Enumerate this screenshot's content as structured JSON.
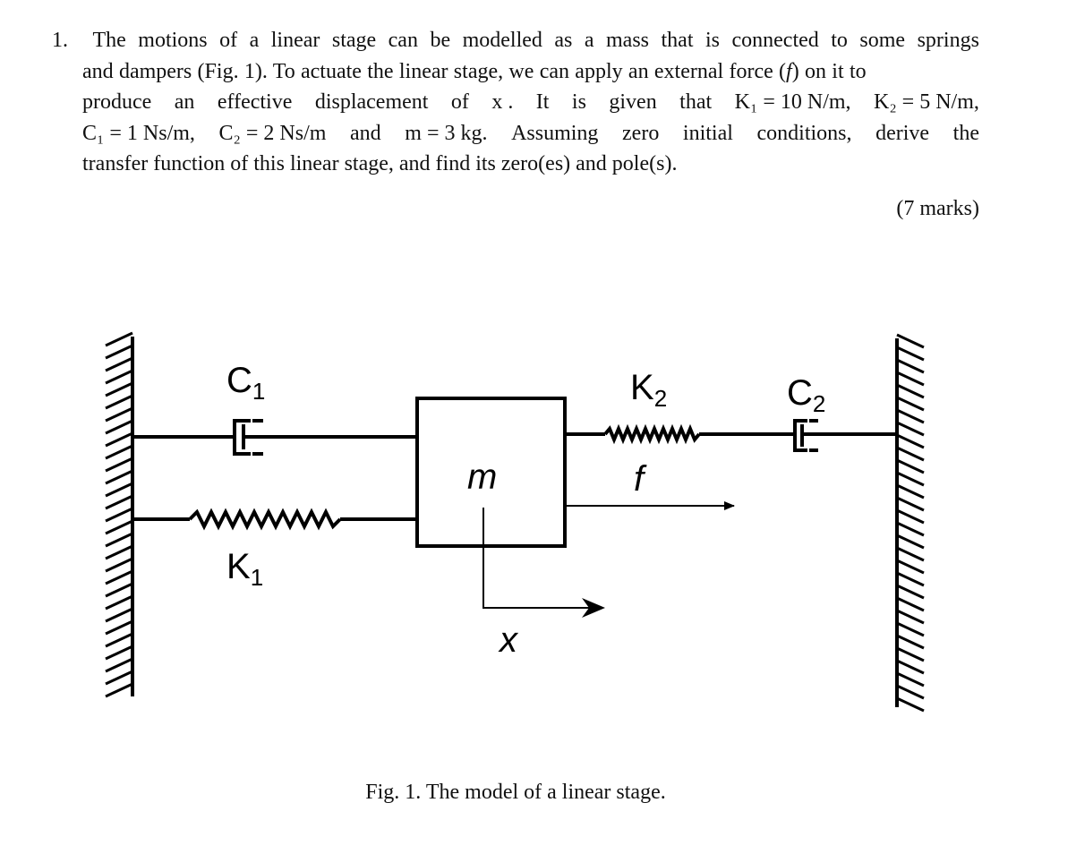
{
  "question": {
    "number": "1.",
    "lines": [
      [
        "The",
        "motions",
        "of",
        "a",
        "linear",
        "stage",
        "can",
        "be",
        "modelled",
        "as",
        "a",
        "mass",
        "that",
        "is",
        "connected",
        "to",
        "some",
        "springs"
      ],
      [
        "and dampers (Fig. 1). To actuate the linear stage, we can apply an external force (",
        "f",
        ") on it to"
      ],
      [
        "produce",
        "an",
        "effective",
        "displacement",
        "of",
        "x .",
        "It",
        "is",
        "given",
        "that",
        "K₁ = 10 N/m,",
        "K₂ = 5 N/m,"
      ],
      [
        "C₁ = 1 Ns/m,",
        "C₂ = 2 Ns/m",
        "and",
        "m = 3 kg.",
        "Assuming",
        "zero",
        "initial",
        "conditions,",
        "derive",
        "the"
      ],
      [
        "transfer function of this linear stage, and find its zero(es) and pole(s)."
      ]
    ],
    "marks": "(7 marks)"
  },
  "figure": {
    "mass_label": "m",
    "force_label": "f",
    "displacement_label": "x",
    "c1_label": "C",
    "c1_sub": "1",
    "k1_label": "K",
    "k1_sub": "1",
    "k2_label": "K",
    "k2_sub": "2",
    "c2_label": "C",
    "c2_sub": "2",
    "caption": "Fig. 1. The model of a linear stage."
  }
}
